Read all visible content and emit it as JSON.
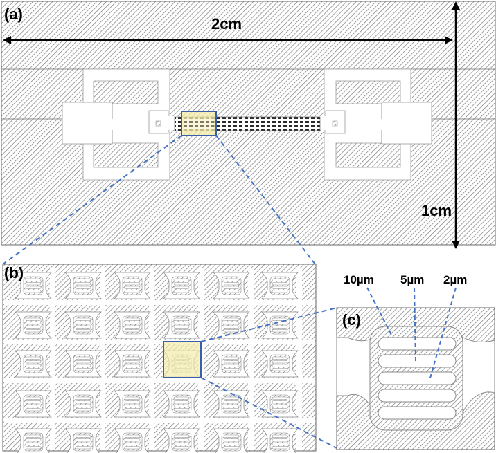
{
  "panels": {
    "a": {
      "label": "(a)"
    },
    "b": {
      "label": "(b)"
    },
    "c": {
      "label": "(c)"
    }
  },
  "dimensions": {
    "width": "2cm",
    "height": "1cm"
  },
  "scale_labels": [
    "10µm",
    "5µm",
    "2µm"
  ],
  "colors": {
    "hatch_line": "#7a7a7a",
    "background": "#ffffff",
    "highlight_fill": "#f4ecaa",
    "highlight_stroke": "#3a5fa8",
    "leader_line": "#4472c4",
    "arrow": "#000000"
  }
}
